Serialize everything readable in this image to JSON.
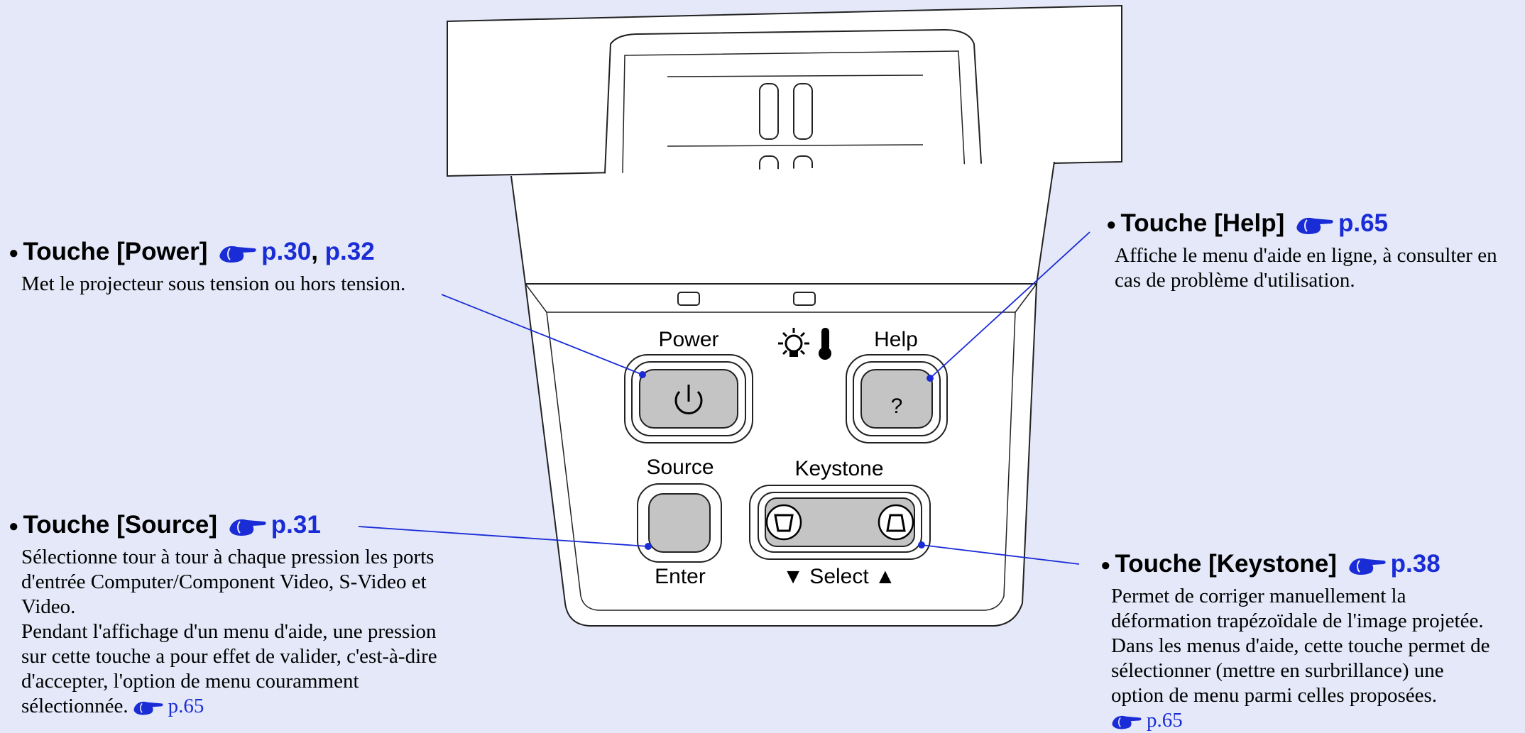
{
  "callouts": {
    "power": {
      "title": "Touche [Power]",
      "refs": [
        "p.30",
        "p.32"
      ],
      "description": "Met le projecteur sous tension ou hors tension."
    },
    "source": {
      "title": "Touche [Source]",
      "ref": "p.31",
      "description_lines": [
        "Sélectionne tour à tour à chaque pression les ports",
        "d'entrée Computer/Component Video, S-Video et",
        "Video.",
        "Pendant l'affichage d'un menu d'aide, une pression",
        "sur cette touche a pour effet de valider, c'est-à-dire",
        "d'accepter, l'option de menu couramment",
        "sélectionnée."
      ],
      "inline_ref": "p.65"
    },
    "help": {
      "title": "Touche [Help]",
      "ref": "p.65",
      "description_lines": [
        "Affiche le menu d'aide en ligne, à consulter en",
        "cas de problème d'utilisation."
      ]
    },
    "keystone": {
      "title": "Touche [Keystone]",
      "ref": "p.38",
      "description_lines": [
        "Permet de corriger manuellement la",
        "déformation trapézoïdale de l'image projetée.",
        "Dans les menus d'aide, cette touche permet de",
        "sélectionner (mettre en surbrillance) une",
        "option de menu parmi celles proposées."
      ],
      "inline_ref": "p.65"
    }
  },
  "panel_labels": {
    "power": "Power",
    "help": "Help",
    "source": "Source",
    "keystone": "Keystone",
    "enter": "Enter",
    "select": "▼  Select  ▲",
    "help_symbol": "?"
  },
  "colors": {
    "background": "#e4e8f8",
    "link": "#1a2cd6",
    "leader": "#1a2cd6"
  }
}
